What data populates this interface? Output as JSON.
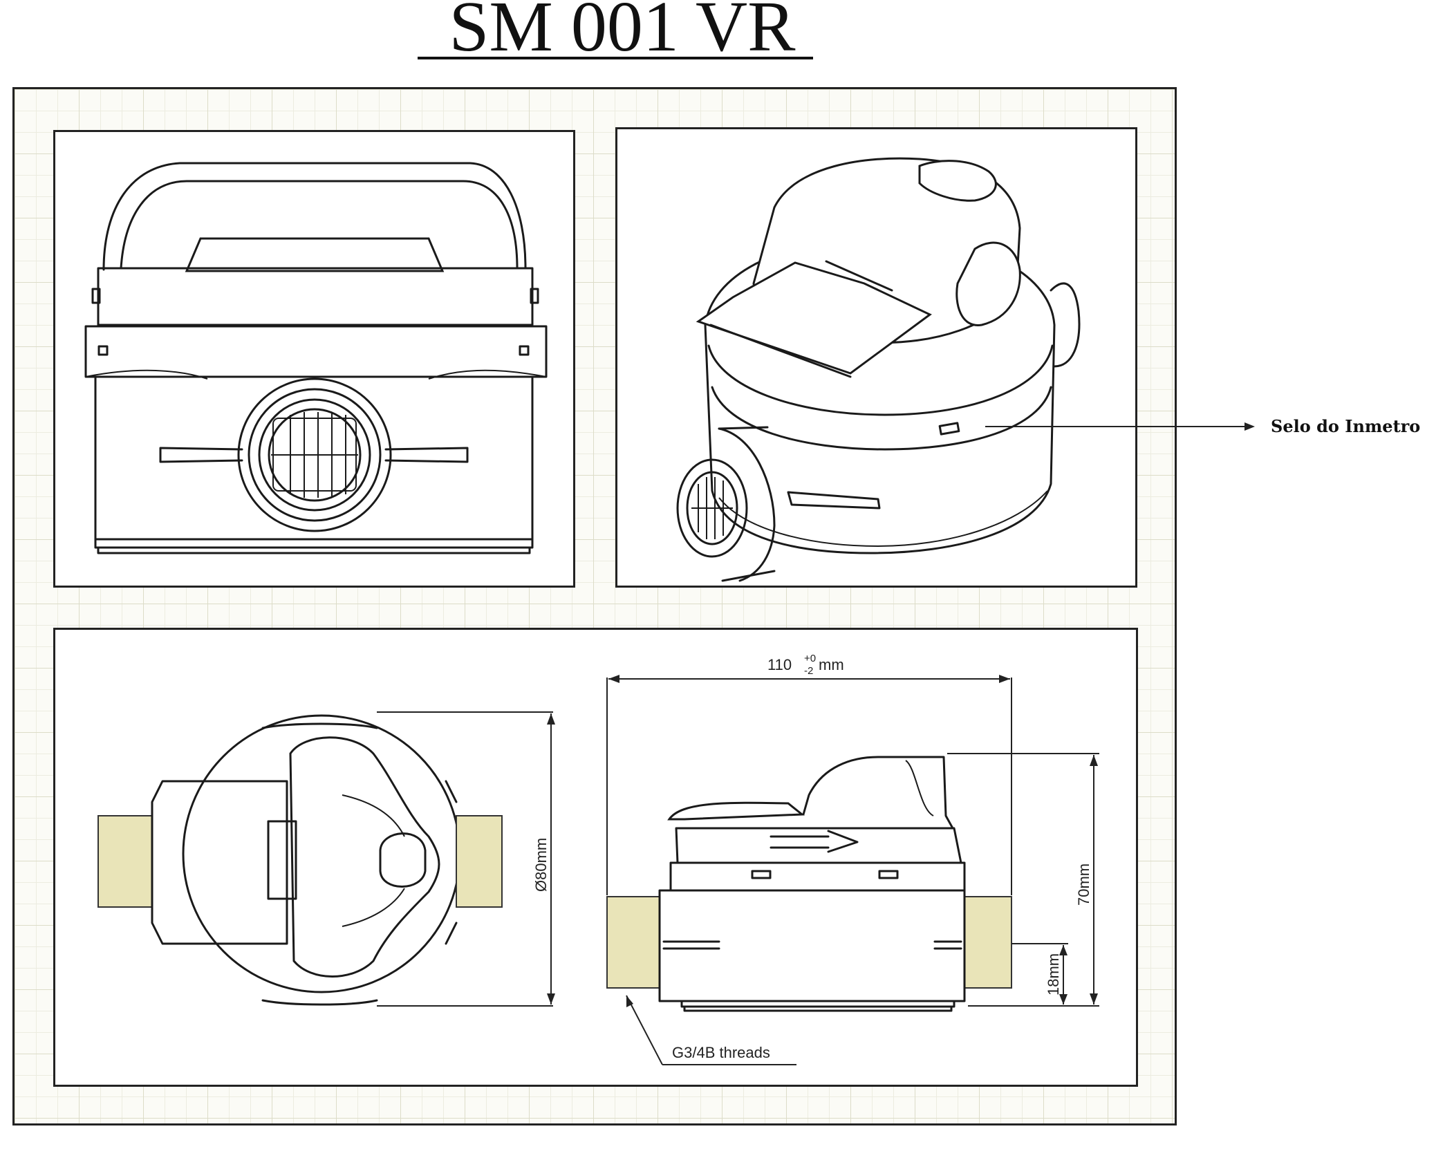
{
  "title": "SM 001 VR",
  "callout": {
    "label": "Selo do Inmetro"
  },
  "dimensions": {
    "length": "110",
    "length_tol_upper": "+0",
    "length_tol_lower": "-2",
    "length_unit": "mm",
    "diameter": "Ø80mm",
    "height": "70mm",
    "axis_height": "18mm",
    "threads": "G3/4B threads"
  },
  "colors": {
    "thread_fill": "#e9e4b8",
    "line": "#1a1a1a",
    "grid": "#dcdcc8"
  }
}
